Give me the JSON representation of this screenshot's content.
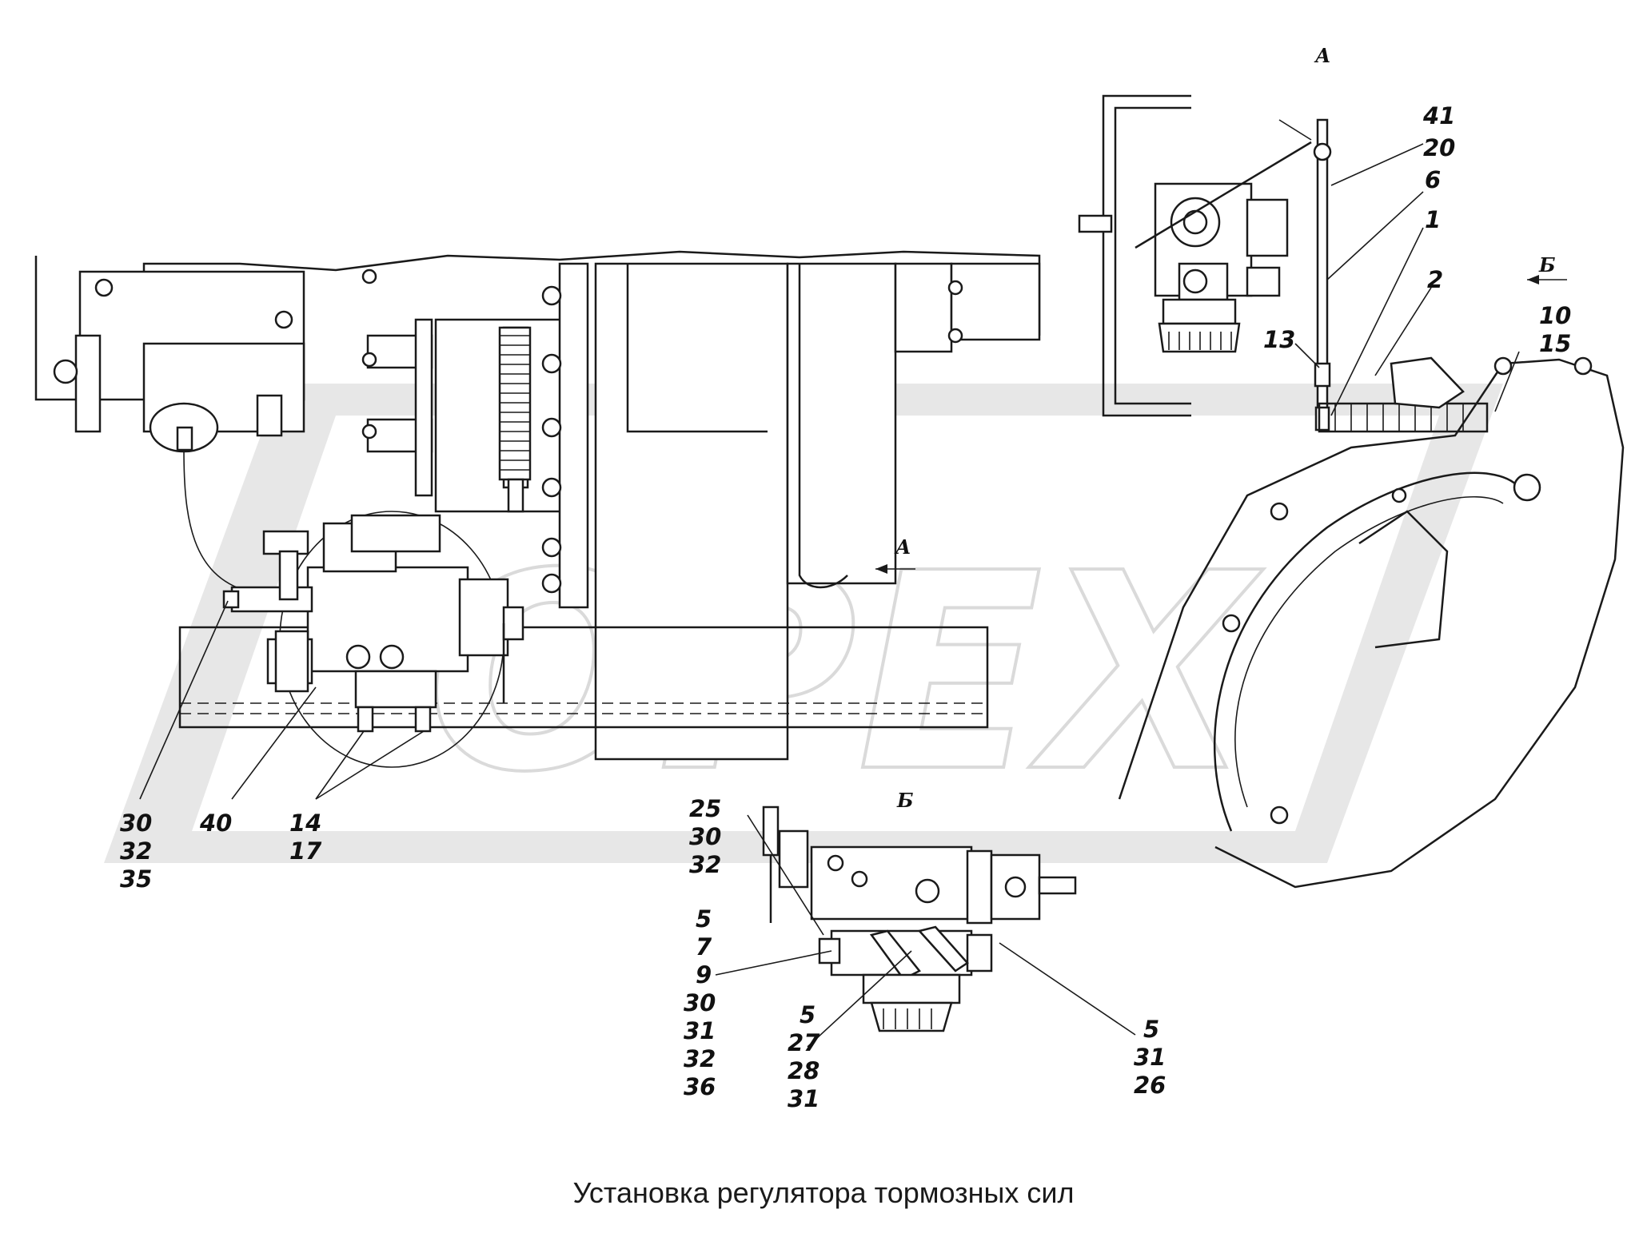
{
  "watermark": {
    "text": "OPEX",
    "color": "#d0d0d0"
  },
  "caption": "Установка регулятора тормозных сил",
  "views": {
    "a_top": "А",
    "a_arrow": "А",
    "b_top": "Б",
    "b_arrow": "Б"
  },
  "callouts": {
    "c41": "41",
    "c20": "20",
    "c6": "6",
    "c1": "1",
    "c2": "2",
    "c10": "10",
    "c15": "15",
    "c13": "13",
    "left_30": "30",
    "left_32": "32",
    "left_35": "35",
    "c40": "40",
    "c14": "14",
    "c17": "17",
    "b_25": "25",
    "b_30": "30",
    "b_32": "32",
    "g1_5": "5",
    "g1_7": "7",
    "g1_9": "9",
    "g1_30": "30",
    "g1_31": "31",
    "g1_32": "32",
    "g1_36": "36",
    "g2_5": "5",
    "g2_27": "27",
    "g2_28": "28",
    "g2_31": "31",
    "g3_5": "5",
    "g3_31": "31",
    "g3_26": "26"
  },
  "colors": {
    "line": "#1a1a1a",
    "watermark": "#d0d0d0"
  }
}
